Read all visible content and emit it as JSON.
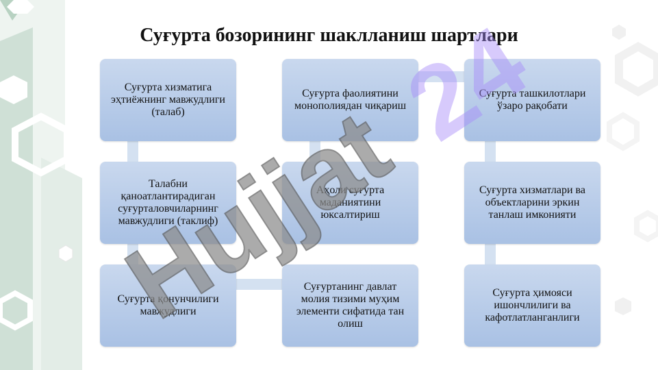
{
  "slide": {
    "title": "Суғурта бозорининг шаклланиш шартлари"
  },
  "boxes": [
    {
      "text": "Суғурта хизматига эҳтиёжнинг мавжудлиги (талаб)"
    },
    {
      "text": "Суғурта фаолиятини монополиядан чиқариш"
    },
    {
      "text": "Суғурта ташкилотлари ўзаро рақобати"
    },
    {
      "text": "Талабни қаноатлантирадиган суғурталовчиларнинг мавжудлиги (таклиф)"
    },
    {
      "text": "Аҳоли суғурта маданиятини юксалтириш"
    },
    {
      "text": "Суғурта хизматлари ва объектларини эркин танлаш имконияти"
    },
    {
      "text": "Суғурта қонунчилиги мавжудлиги"
    },
    {
      "text": "Суғуртанинг давлат молия тизими муҳим элементи сифатида тан олиш"
    },
    {
      "text": "Суғурта ҳимояси ишончлилиги ва кафотлатланганлиги"
    }
  ],
  "colors": {
    "box_top": "#c9d8ee",
    "box_bottom": "#a9c1e4",
    "connector": "#d4e1f1",
    "deco_green": "#cfe0d6",
    "watermark_gray": "#8c8c8c",
    "watermark_purple": "#a78bfa"
  }
}
